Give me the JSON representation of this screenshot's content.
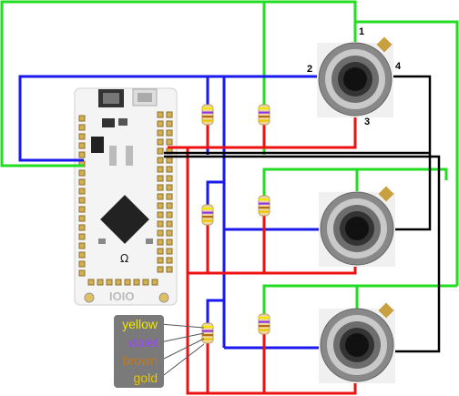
{
  "pin_labels": {
    "pin1": "1",
    "pin2": "2",
    "pin3": "3",
    "pin4": "4"
  },
  "legend": {
    "band1": "yellow",
    "band2": "violet",
    "band3": "brown",
    "band4": "gold"
  },
  "board": {
    "logo": "IOIO",
    "mark": "Ω"
  },
  "colors": {
    "wire_green": "#22dd22",
    "wire_blue": "#1a1aee",
    "wire_red": "#ee1111",
    "wire_black": "#000000",
    "band_yellow": "#f2e600",
    "band_violet": "#8b33ee",
    "band_brown": "#b46a14",
    "band_gold": "#e9c600",
    "legend_bg": "#7a7a7a"
  }
}
